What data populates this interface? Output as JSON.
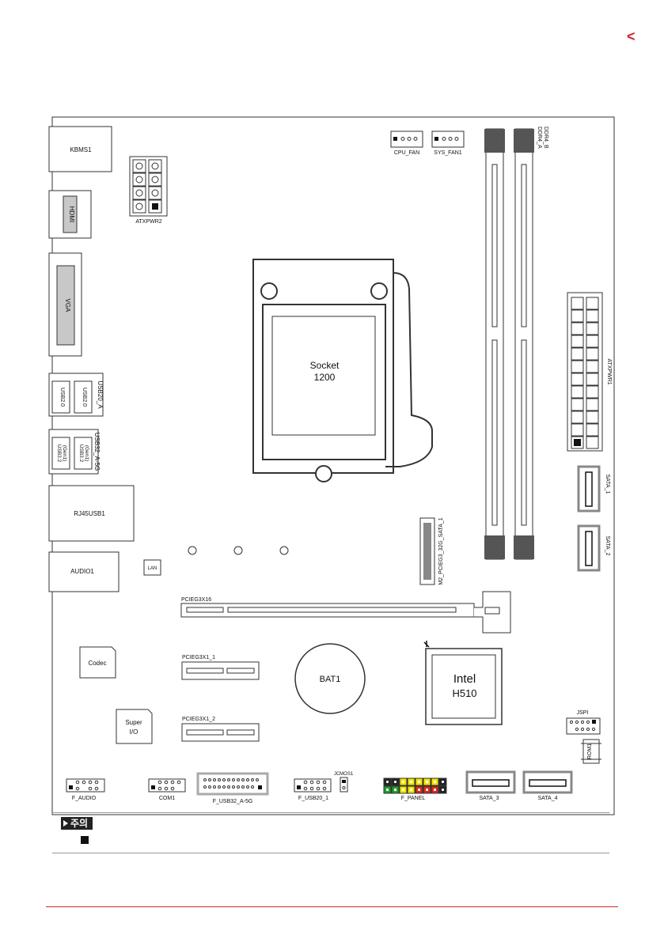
{
  "nav": {
    "back_glyph": "<"
  },
  "note": {
    "tag": "주의"
  },
  "labels": {
    "kbms": "KBMS1",
    "hdmi": "HDMI",
    "vga": "VGA",
    "usb20_a": "USB20_A",
    "usb20_1": "USB2.0",
    "usb20_2": "USB2.0",
    "usb32_a5g": "USB32_A-5G",
    "usb32_line1": "USB3.2",
    "usb32_line2": "(Gen1)",
    "rj45": "RJ45USB1",
    "audio": "AUDIO1",
    "lan": "LAN",
    "atxpwr2": "ATXPWR2",
    "cpu_fan": "CPU_FAN",
    "sys_fan": "SYS_FAN1",
    "ddr4_a": "DDR4_A",
    "ddr4_b": "DDR4_B",
    "atxpwr1": "ATXPWR1",
    "socket_line1": "Socket",
    "socket_line2": "1200",
    "sata1": "SATA_1",
    "sata2": "SATA_2",
    "m2": "M2_PCIEG3_32G_SATA_1",
    "pcie16": "PCIEG3X16",
    "pcie1_1": "PCIEG3X1_1",
    "pcie1_2": "PCIEG3X1_2",
    "codec": "Codec",
    "superio_line1": "Super",
    "superio_line2": "I/O",
    "bat": "BAT1",
    "intel_line1": "Intel",
    "intel_line2": "H510",
    "jspi": "JSPI",
    "rom": "ROM1",
    "f_audio": "F_AUDIO",
    "com1": "COM1",
    "f_usb32": "F_USB32_A-5G",
    "f_usb20": "F_USB20_1",
    "jcmos": "JCMOS1",
    "f_panel": "F_PANEL",
    "sata3": "SATA_3",
    "sata4": "SATA_4"
  },
  "colors": {
    "accent_red": "#c8292b",
    "panel_pins": [
      "#222222",
      "#222222",
      "#f2e600",
      "#f2e600",
      "#f2e600",
      "#f2e600",
      "#f2e600",
      "#222222",
      "#1e9e2e",
      "#1e9e2e",
      "#f2e600",
      "#f2e600",
      "#d7261c",
      "#d7261c",
      "#d7261c",
      "#222222"
    ]
  }
}
